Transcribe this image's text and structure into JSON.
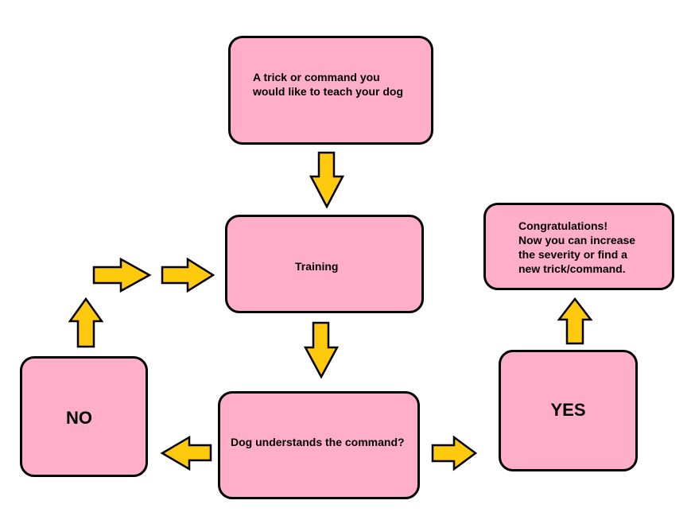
{
  "colors": {
    "box_fill": "#ffaec9",
    "arrow_fill": "#ffc90e",
    "border": "#000000"
  },
  "nodes": {
    "goal": {
      "text": "A trick or command you\nwould like to teach your dog"
    },
    "training": {
      "text": "Training"
    },
    "question": {
      "text": "Dog understands the command?"
    },
    "no": {
      "text": "NO"
    },
    "yes": {
      "text": "YES"
    },
    "congrats": {
      "text": "Congratulations!\nNow you can increase\nthe severity or find a\nnew trick/command."
    }
  }
}
